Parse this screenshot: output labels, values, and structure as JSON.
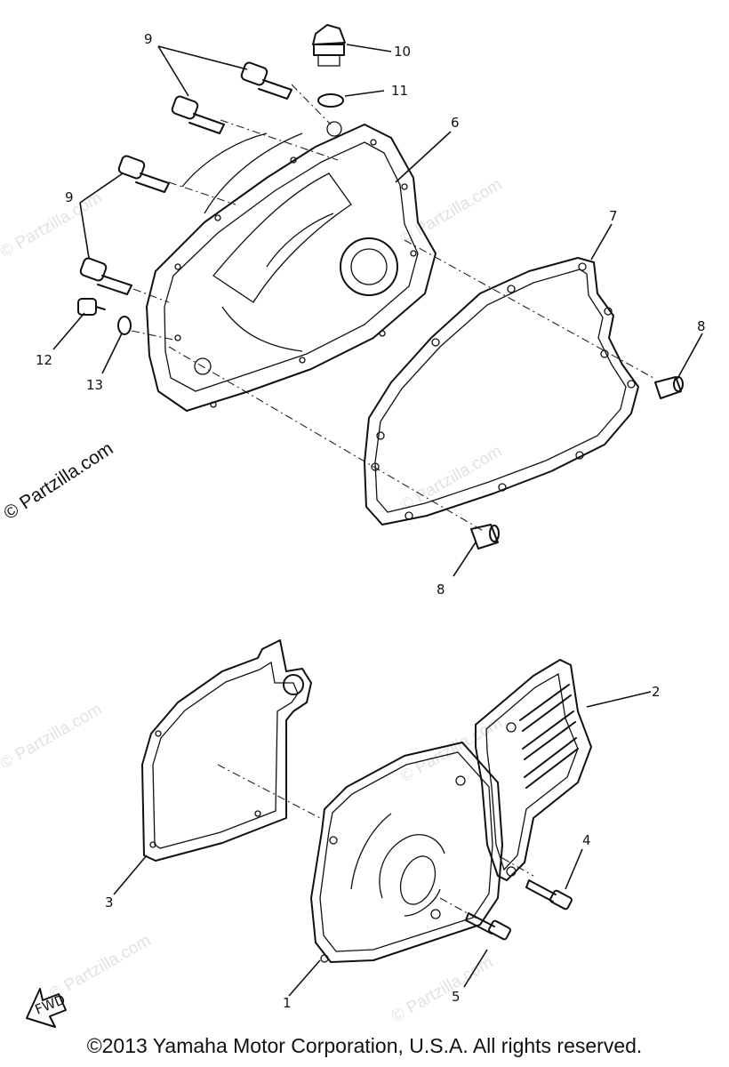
{
  "callouts": {
    "c1": "1",
    "c2": "2",
    "c3": "3",
    "c4": "4",
    "c5": "5",
    "c6": "6",
    "c7": "7",
    "c8a": "8",
    "c8b": "8",
    "c9a": "9",
    "c9b": "9",
    "c10": "10",
    "c11": "11",
    "c12": "12",
    "c13": "13"
  },
  "fwd_label": "FWD",
  "watermark": "© Partzilla.com",
  "copyright": "©2013 Yamaha Motor Corporation, U.S.A. All rights reserved."
}
